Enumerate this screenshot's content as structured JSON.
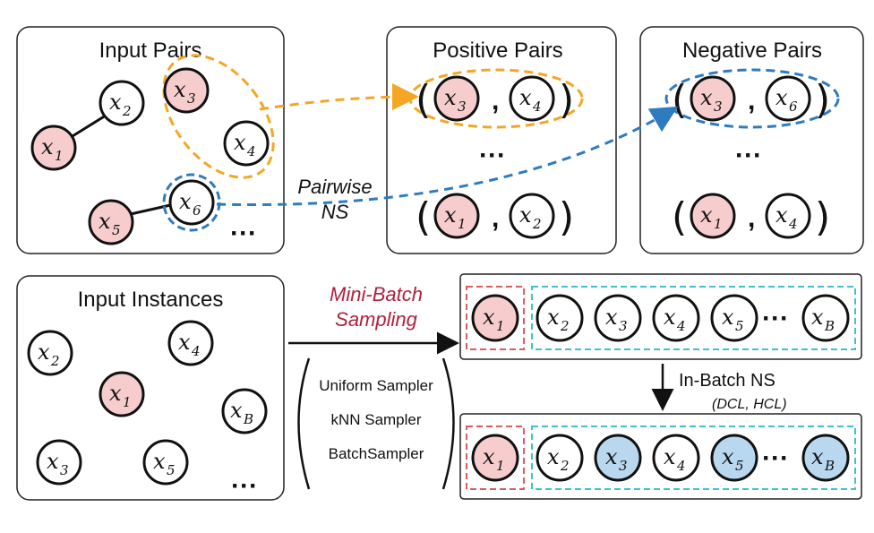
{
  "titles": {
    "input_pairs": "Input Pairs",
    "positive_pairs": "Positive Pairs",
    "negative_pairs": "Negative Pairs",
    "input_instances": "Input Instances"
  },
  "labels": {
    "pairwise_ns_line1": "Pairwise",
    "pairwise_ns_line2": "NS",
    "mini_batch_line1": "Mini-Batch",
    "mini_batch_line2": "Sampling",
    "in_batch_ns": "In-Batch NS",
    "in_batch_methods": "(DCL, HCL)",
    "ellipsis": "···"
  },
  "samplers": [
    "Uniform Sampler",
    "kNN Sampler",
    "BatchSampler"
  ],
  "variables": {
    "base": "x",
    "subs": [
      "1",
      "2",
      "3",
      "4",
      "5",
      "6",
      "B"
    ]
  },
  "colors": {
    "anchor_fill": "#f6cccc",
    "hard_negative_fill": "#b9d7ee",
    "positive_accent": "#f5a623",
    "negative_accent": "#2e7bbf",
    "mini_batch_text": "#b0203a",
    "anchor_box": "#e05c5c",
    "batch_box": "#3cc4cc"
  }
}
